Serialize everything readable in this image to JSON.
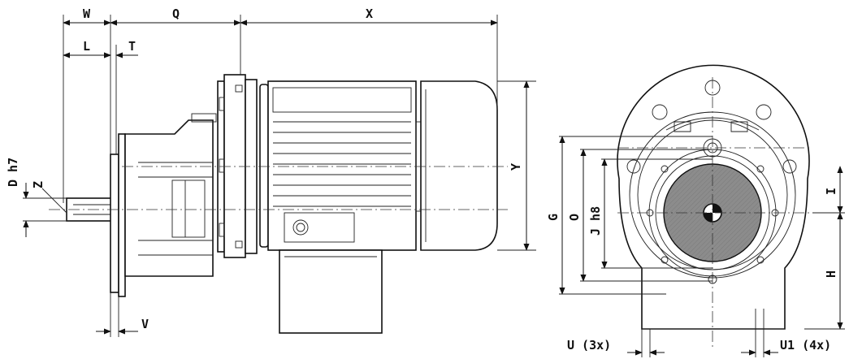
{
  "labels": {
    "W": "W",
    "Q": "Q",
    "X": "X",
    "L": "L",
    "T": "T",
    "D": "D h7",
    "Z": "Z",
    "Y": "Y",
    "V": "V",
    "G": "G",
    "O": "O",
    "J": "J h8",
    "I": "I",
    "H": "H",
    "U": "U (3x)",
    "U1": "U1 (4x)"
  },
  "colors": {
    "line": "#111111",
    "shaft_fill": "#8c8c8c",
    "background": "#ffffff"
  }
}
